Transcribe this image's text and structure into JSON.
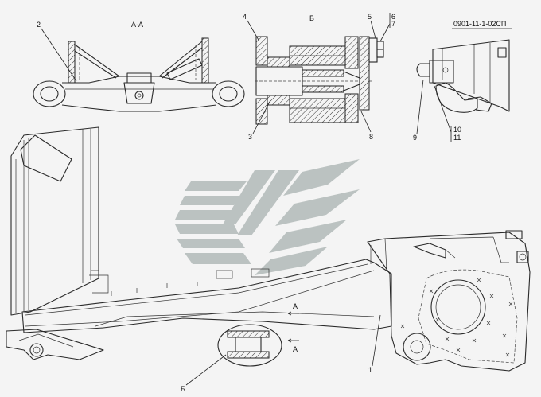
{
  "drawing": {
    "code": "0901-11-1-02СП",
    "views": {
      "section_aa": "А-А",
      "detail_b": "Б",
      "detail_b_callout": "Б",
      "section_arrow_upper": "А",
      "section_arrow_lower": "А"
    },
    "positions": [
      "1",
      "2",
      "3",
      "4",
      "5",
      "6",
      "7",
      "8",
      "9",
      "10",
      "11"
    ]
  },
  "colors": {
    "line": "#2a2a2a",
    "background": "#f4f4f4",
    "watermark": "#8e9a98"
  },
  "icons": {
    "watermark": "chevron-logo-icon"
  }
}
